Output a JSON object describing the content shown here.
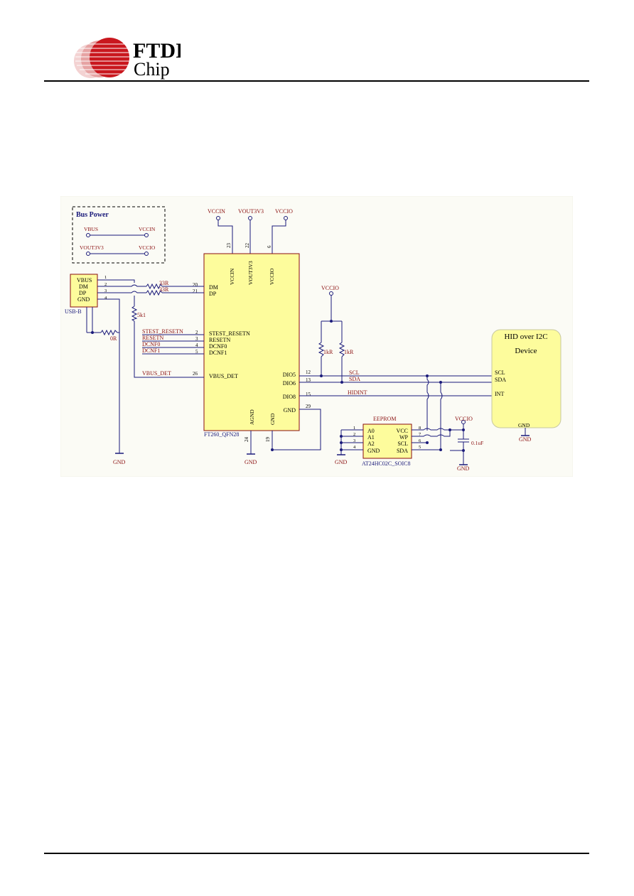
{
  "logo": {
    "line1": "FTDI",
    "line2": "Chip"
  },
  "colors": {
    "wire": "#1a1a7a",
    "part_fill": "#fdfc9c",
    "part_stroke": "#8a0e0e",
    "label": "#8a0e0e",
    "pin_text": "#000000",
    "logo_red": "#c9171e"
  },
  "schematic": {
    "bus_power": {
      "title": "Bus Power",
      "vbus": "VBUS",
      "vccin": "VCCIN",
      "vout3v3": "VOUT3V3",
      "vccio": "VCCIO"
    },
    "power_top": {
      "vccin": "VCCIN",
      "vout3v3": "VOUT3V3",
      "vccio": "VCCIO",
      "pin_vccin": "23",
      "pin_vout3v3": "22",
      "pin_vccio": "6"
    },
    "usb": {
      "ref": "USB-B",
      "pins": [
        "VBUS",
        "DM",
        "DP",
        "GND"
      ],
      "numbers": [
        "1",
        "2",
        "3",
        "4"
      ],
      "r_dm": "33R",
      "r_dp": "33R",
      "r_det": "5k1",
      "r_gnd": "0R",
      "gnd": "GND"
    },
    "ft260": {
      "ref": "FT260_QFN28",
      "top_pins": [
        "VCCIN",
        "VOUT3V3",
        "VCCIO"
      ],
      "left_pins": [
        "DM",
        "DP",
        "STEST_RESETN",
        "RESETN",
        "DCNF0",
        "DCNF1",
        "VBUS_DET"
      ],
      "left_numbers": [
        "20",
        "21",
        "2",
        "3",
        "4",
        "5",
        "26"
      ],
      "right_pins": [
        "DIO5",
        "DIO6",
        "DIO8",
        "GND"
      ],
      "right_numbers": [
        "12",
        "13",
        "15",
        "29"
      ],
      "bottom_pins": [
        "AGND",
        "GND"
      ],
      "bottom_numbers": [
        "24",
        "19"
      ],
      "gnd": "GND"
    },
    "nets": [
      "STEST_RESETN",
      "RESETN",
      "DCNF0",
      "DCNF1",
      "VBUS_DET",
      "SCL",
      "SDA",
      "HIDINT"
    ],
    "pullups": {
      "vccio": "VCCIO",
      "r1": "1kR",
      "r2": "1kR"
    },
    "hid": {
      "title_line1": "HID over I2C",
      "title_line2": "Device",
      "pins": [
        "SCL",
        "SDA",
        "INT",
        "GND"
      ],
      "gnd": "GND"
    },
    "eeprom": {
      "title": "EEPROM",
      "ref": "AT24HC02C_SOIC8",
      "left_pins": [
        "A0",
        "A1",
        "A2",
        "GND"
      ],
      "left_numbers": [
        "1",
        "2",
        "3",
        "4"
      ],
      "right_pins": [
        "VCC",
        "WP",
        "SCL",
        "SDA"
      ],
      "right_numbers": [
        "8",
        "7",
        "6",
        "5"
      ],
      "gnd": "GND"
    },
    "cap": {
      "vccio": "VCCIO",
      "value": "0.1uF",
      "gnd": "GND"
    }
  }
}
